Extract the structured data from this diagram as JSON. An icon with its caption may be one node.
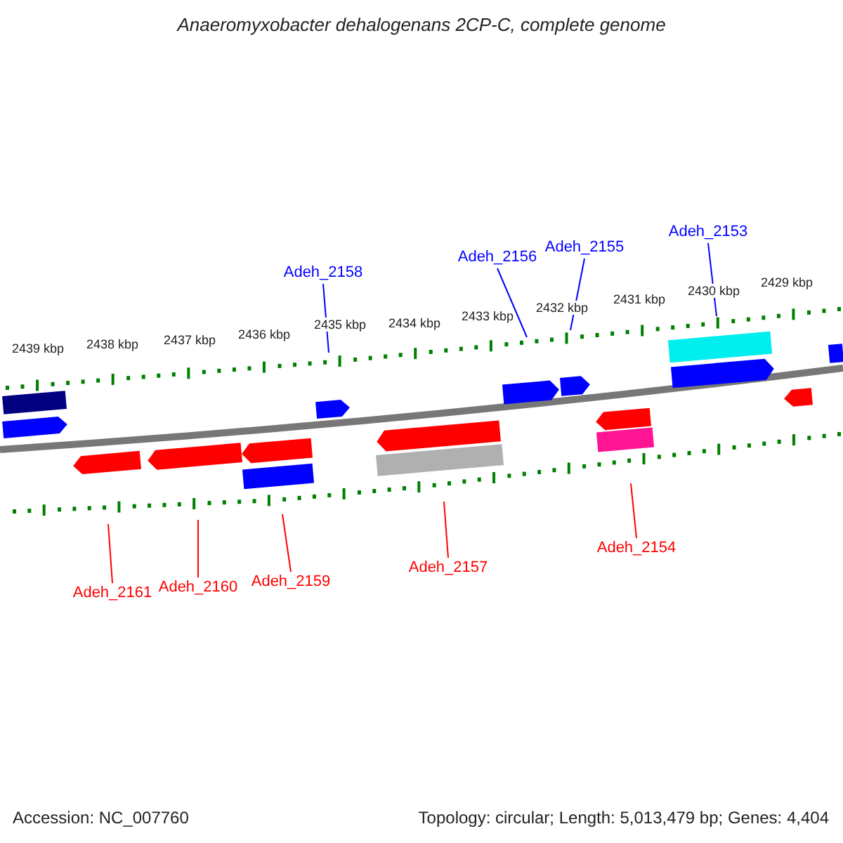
{
  "diagram": {
    "title": "Anaeromyxobacter dehalogenans 2CP-C, complete genome",
    "nodes": [
      {
        "text": [
          "Adeh_2158"
        ]
      },
      {
        "text": [
          "Adeh_2156"
        ]
      },
      {
        "text": [
          "Adeh_2155"
        ]
      },
      {
        "text": [
          "Adeh_2153"
        ]
      },
      {
        "text": [
          "Adeh_2161"
        ]
      },
      {
        "text": [
          "Adeh_2160"
        ]
      },
      {
        "text": [
          "Adeh_2159"
        ]
      },
      {
        "text": [
          "Adeh_2157"
        ]
      },
      {
        "text": [
          "Adeh_2154"
        ]
      }
    ],
    "edges": [
      {
        "from": 0,
        "to": null,
        "arrow": "none",
        "color": "#0000ff"
      },
      {
        "from": 1,
        "to": null,
        "arrow": "none",
        "color": "#0000ff"
      },
      {
        "from": 2,
        "to": null,
        "arrow": "none",
        "color": "#0000ff"
      },
      {
        "from": 3,
        "to": null,
        "arrow": "none",
        "color": "#0000ff"
      },
      {
        "from": 4,
        "to": null,
        "arrow": "none"
      },
      {
        "from": 5,
        "to": null,
        "arrow": "none"
      },
      {
        "from": 6,
        "to": null,
        "arrow": "none"
      },
      {
        "from": 7,
        "to": null,
        "arrow": "none"
      },
      {
        "from": 8,
        "to": null,
        "arrow": "none"
      }
    ],
    "labels": [
      "2439 kbp",
      "2438 kbp",
      "2437 kbp",
      "2436 kbp",
      "2435 kbp",
      "2434 kbp",
      "2433 kbp",
      "2432 kbp",
      "2431 kbp",
      "2430 kbp",
      "2429 kbp",
      "Accession: NC_007760",
      "Topology: circular; Length: 5,013,479 bp; Genes: 4,404"
    ]
  }
}
